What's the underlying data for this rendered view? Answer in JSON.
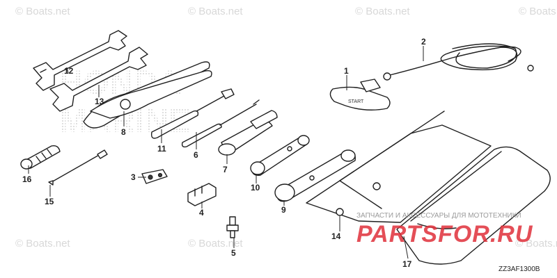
{
  "watermarks": [
    "© Boats.net",
    "© Boats.net",
    "© Boats.net",
    "© Boats.net",
    "© Boats.net",
    "© Boats.net",
    "© Boats.net"
  ],
  "callouts": [
    "1",
    "2",
    "3",
    "4",
    "5",
    "6",
    "7",
    "8",
    "9",
    "10",
    "11",
    "12",
    "13",
    "14",
    "15",
    "16",
    "17"
  ],
  "logo_text": "HONDA MARINE",
  "partsfor_banner": "ЗАПЧАСТИ И АКСЕССУАРЫ ДЛЯ МОТОТЕХНИКИ",
  "partsfor_logo": "PARTSFOR.RU",
  "diagram_code": "ZZ3AF1300B",
  "colors": {
    "line": "#1f1f1f",
    "watermark": "#d8d8d8",
    "partsfor_red": "#e0303a"
  }
}
